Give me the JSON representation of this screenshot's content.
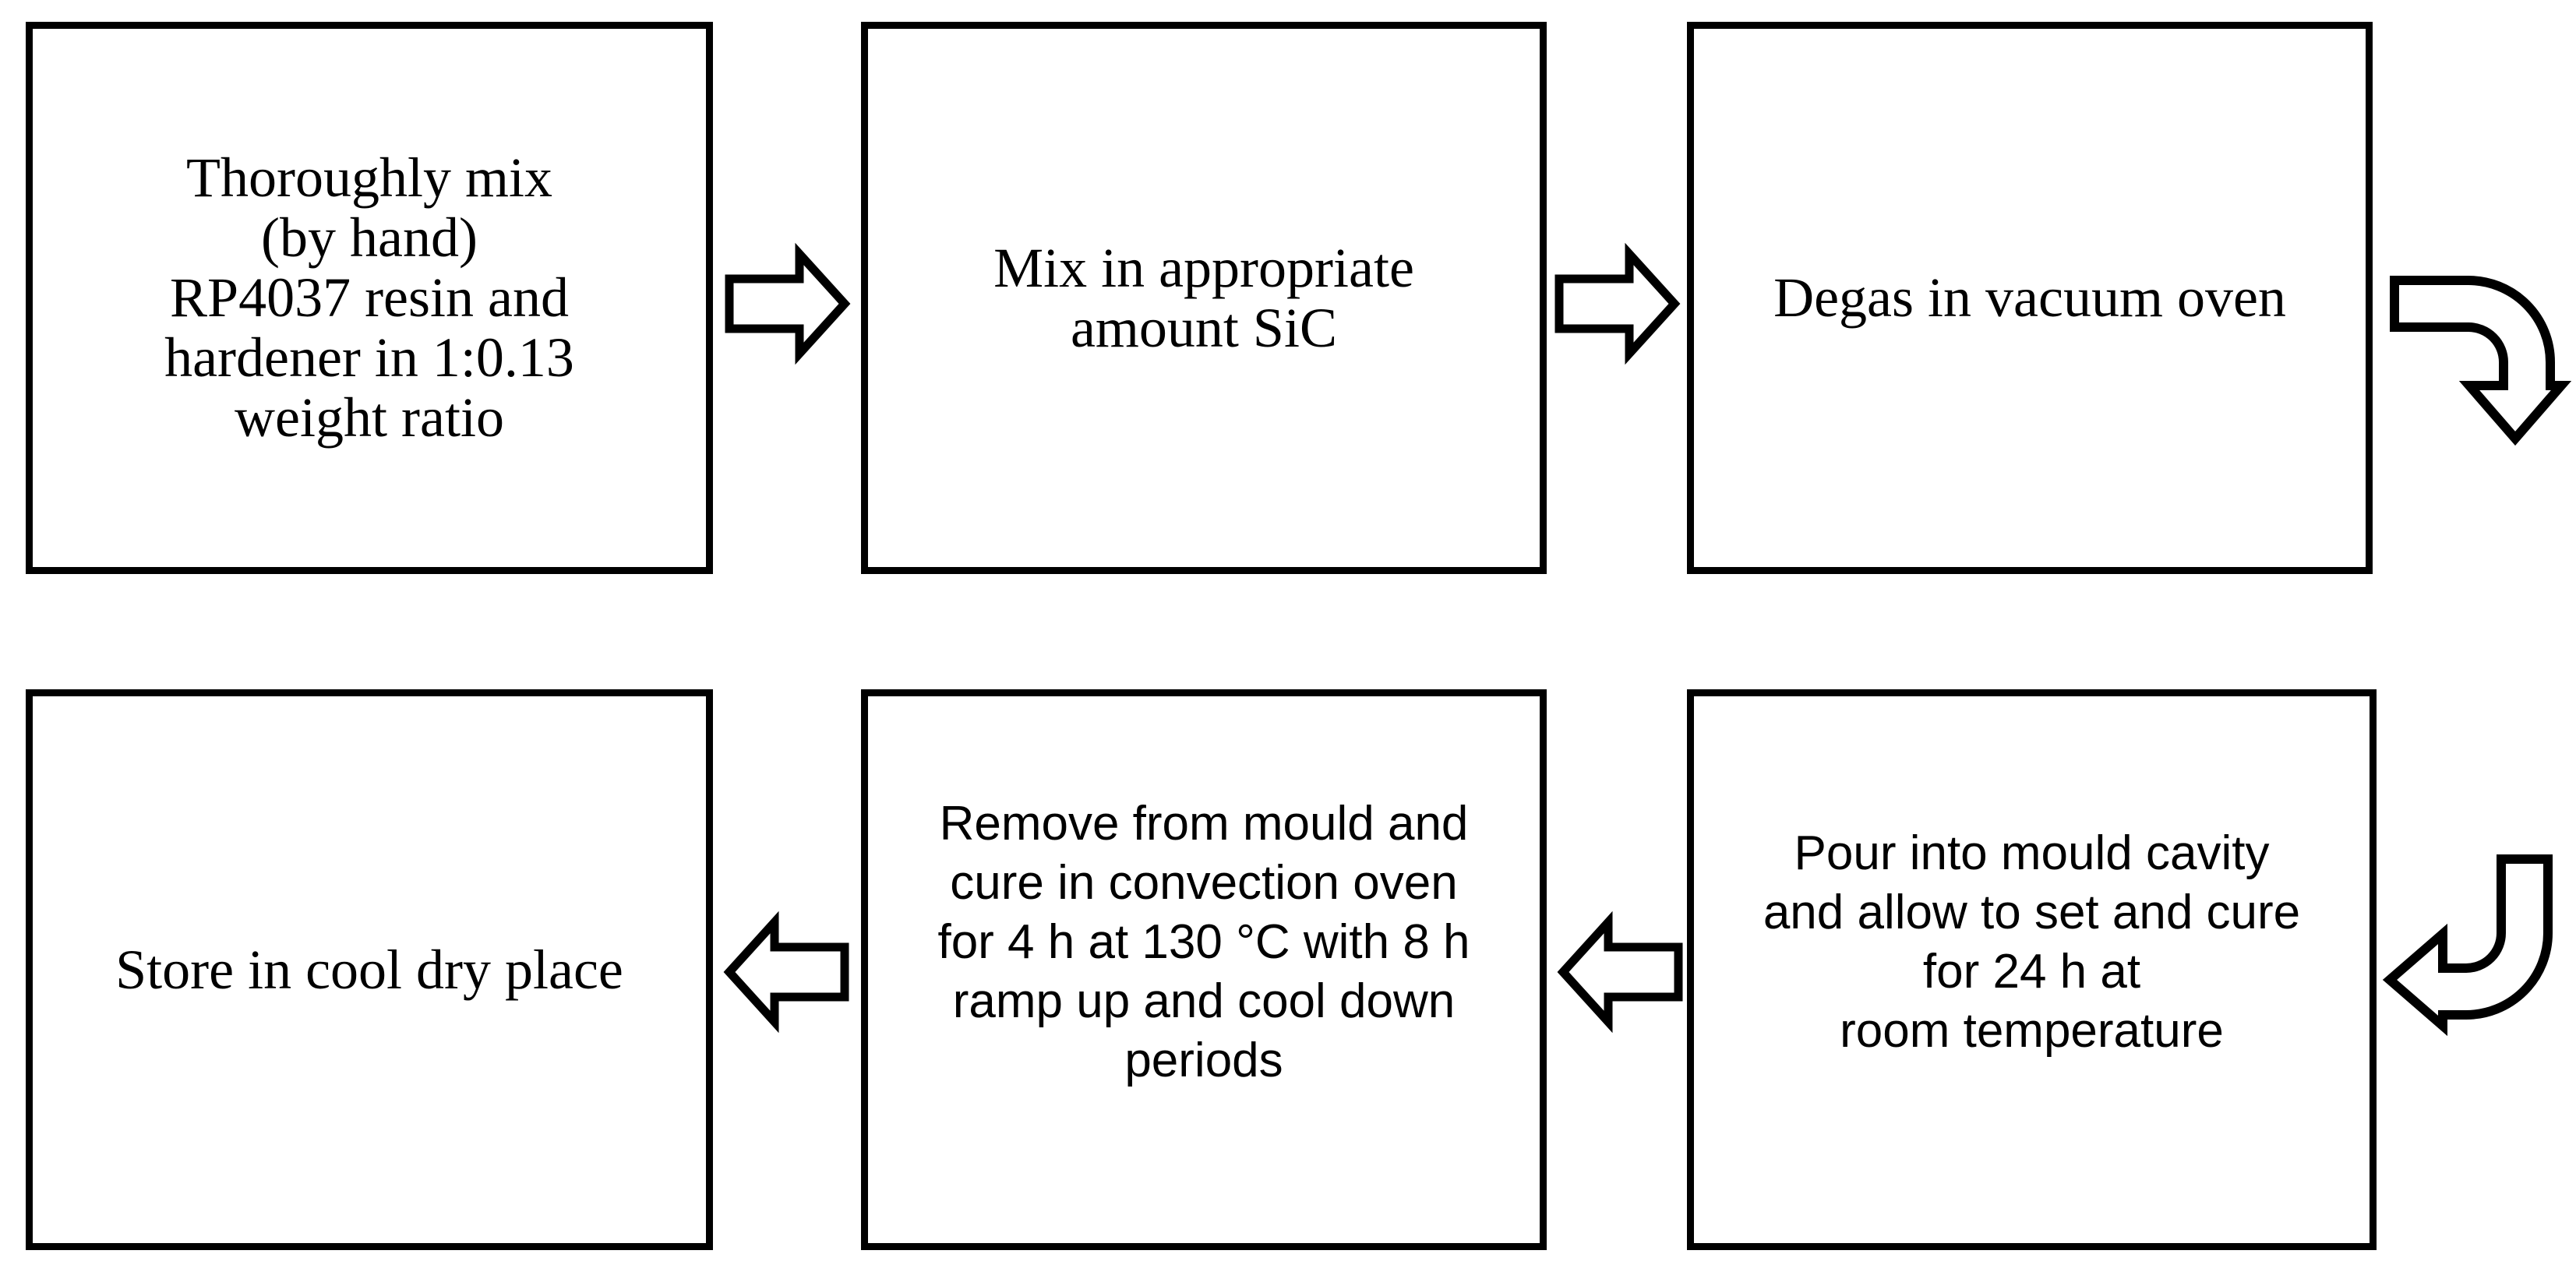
{
  "figure": {
    "type": "process-flowchart",
    "background_color": "#ffffff",
    "line_color": "#000000",
    "steps": [
      {
        "id": "step-1",
        "row": 1,
        "col": 1,
        "font_style": "serif",
        "text": "Thoroughly mix\n(by hand)\nRP4037 resin and\nhardener in 1:0.13\nweight ratio"
      },
      {
        "id": "step-2",
        "row": 1,
        "col": 2,
        "font_style": "serif",
        "text": "Mix in appropriate\namount SiC"
      },
      {
        "id": "step-3",
        "row": 1,
        "col": 3,
        "font_style": "serif",
        "text": "Degas in vacuum oven"
      },
      {
        "id": "step-4",
        "row": 2,
        "col": 3,
        "font_style": "sans",
        "text": "Pour into mould cavity\nand allow to set and cure\nfor 24 h at\nroom temperature"
      },
      {
        "id": "step-5",
        "row": 2,
        "col": 2,
        "font_style": "sans",
        "text": "Remove from mould and\ncure in convection oven\nfor 4 h at 130 °C with 8 h\nramp up and cool down\nperiods"
      },
      {
        "id": "step-6",
        "row": 2,
        "col": 1,
        "font_style": "serif",
        "text": "Store in cool dry place"
      }
    ],
    "arrows": [
      {
        "icon": "right-block-arrow",
        "from": "step-1",
        "to": "step-2"
      },
      {
        "icon": "right-block-arrow",
        "from": "step-2",
        "to": "step-3"
      },
      {
        "icon": "curved-down-block-arrow",
        "from": "step-3",
        "to": "step-4"
      },
      {
        "icon": "curved-left-block-arrow",
        "from": "step-3",
        "to": "step-4"
      },
      {
        "icon": "left-block-arrow",
        "from": "step-4",
        "to": "step-5"
      },
      {
        "icon": "left-block-arrow",
        "from": "step-5",
        "to": "step-6"
      }
    ]
  }
}
